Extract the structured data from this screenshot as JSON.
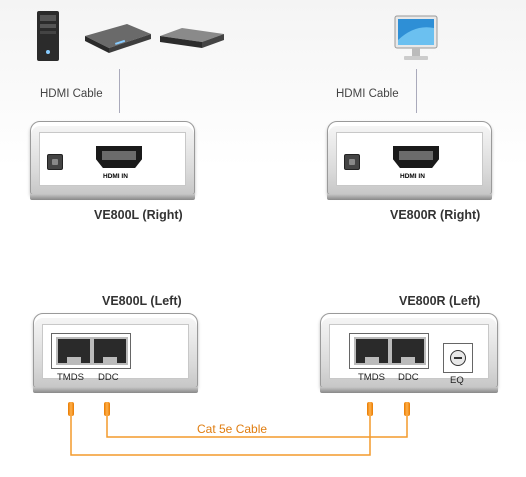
{
  "labels": {
    "hdmi_cable_left": "HDMI Cable",
    "hdmi_cable_right": "HDMI Cable",
    "cat_cable": "Cat 5e Cable"
  },
  "devices": {
    "ve800l_right": {
      "model": "VE800L (Right)",
      "port": "HDMI IN"
    },
    "ve800r_right": {
      "model": "VE800R (Right)",
      "port": "HDMI IN"
    },
    "ve800l_left": {
      "model": "VE800L (Left)",
      "ports": [
        "TMDS",
        "DDC"
      ]
    },
    "ve800r_left": {
      "model": "VE800R (Left)",
      "ports": [
        "TMDS",
        "DDC"
      ],
      "eq": "EQ"
    }
  },
  "colors": {
    "cable": "#f39a2c",
    "device_body": "#d9d9d9"
  },
  "icons": [
    "pc-tower-icon",
    "dvd-player-icon",
    "media-box-icon",
    "monitor-icon"
  ]
}
